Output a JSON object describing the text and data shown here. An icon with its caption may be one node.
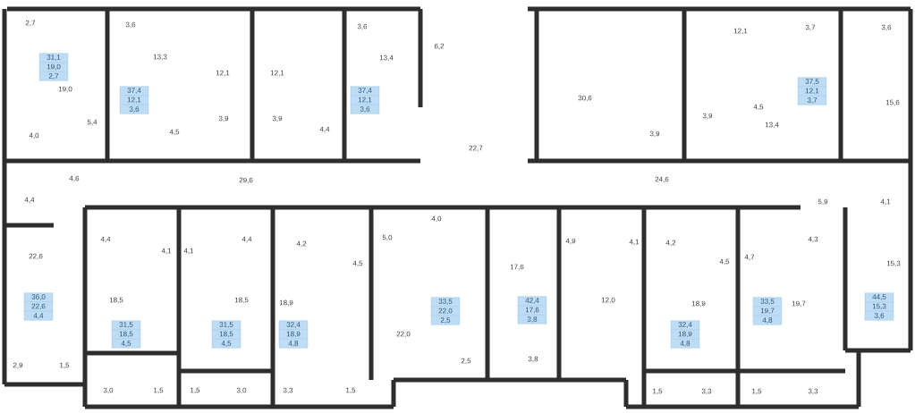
{
  "diagram": {
    "nodes": [
      {
        "text": [
          "31,1",
          "19,0",
          "2,7"
        ]
      },
      {
        "text": [
          "37,4",
          "12,1",
          "3,6"
        ]
      },
      {
        "text": [
          "37,4",
          "12,1",
          "3,6"
        ]
      },
      {
        "text": [
          "37,5",
          "12,1",
          "3,7"
        ]
      },
      {
        "text": [
          "36,0",
          "22,6",
          "4,4"
        ]
      },
      {
        "text": [
          "31,5",
          "18,5",
          "4,5"
        ]
      },
      {
        "text": [
          "31,5",
          "18,5",
          "4,5"
        ]
      },
      {
        "text": [
          "32,4",
          "18,9",
          "4,8"
        ]
      },
      {
        "text": [
          "33,5",
          "22,0",
          "2,5"
        ]
      },
      {
        "text": [
          "42,4",
          "17,6",
          "3,8"
        ]
      },
      {
        "text": [
          "32,4",
          "18,9",
          "4,8"
        ]
      },
      {
        "text": [
          "33,5",
          "19,7",
          "4,8"
        ]
      },
      {
        "text": [
          "44,5",
          "15,3",
          "3,6"
        ]
      }
    ],
    "labels": [
      "2,7",
      "3,6",
      "3,6",
      "3,7",
      "3,6",
      "12,1",
      "6,2",
      "13,3",
      "13,4",
      "12,1",
      "12,1",
      "19,0",
      "30,6",
      "15,6",
      "3,9",
      "3,9",
      "5,4",
      "4,5",
      "4,4",
      "3,9",
      "3,9",
      "4,5",
      "13,4",
      "4,0",
      "22,7",
      "4,6",
      "29,6",
      "24,6",
      "4,4",
      "5,9",
      "4,1",
      "4,0",
      "4,4",
      "4,4",
      "4,2",
      "5,0",
      "4,9",
      "4,1",
      "4,2",
      "4,3",
      "4,1",
      "4,1",
      "22,6",
      "4,5",
      "4,5",
      "4,7",
      "15,3",
      "17,6",
      "18,5",
      "18,5",
      "18,9",
      "12,0",
      "18,9",
      "19,7",
      "22,0",
      "2,5",
      "3,8",
      "2,9",
      "1,5",
      "3,0",
      "1,5",
      "1,5",
      "3,0",
      "3,3",
      "1,5",
      "1,5",
      "3,3",
      "1,5",
      "3,3"
    ]
  }
}
